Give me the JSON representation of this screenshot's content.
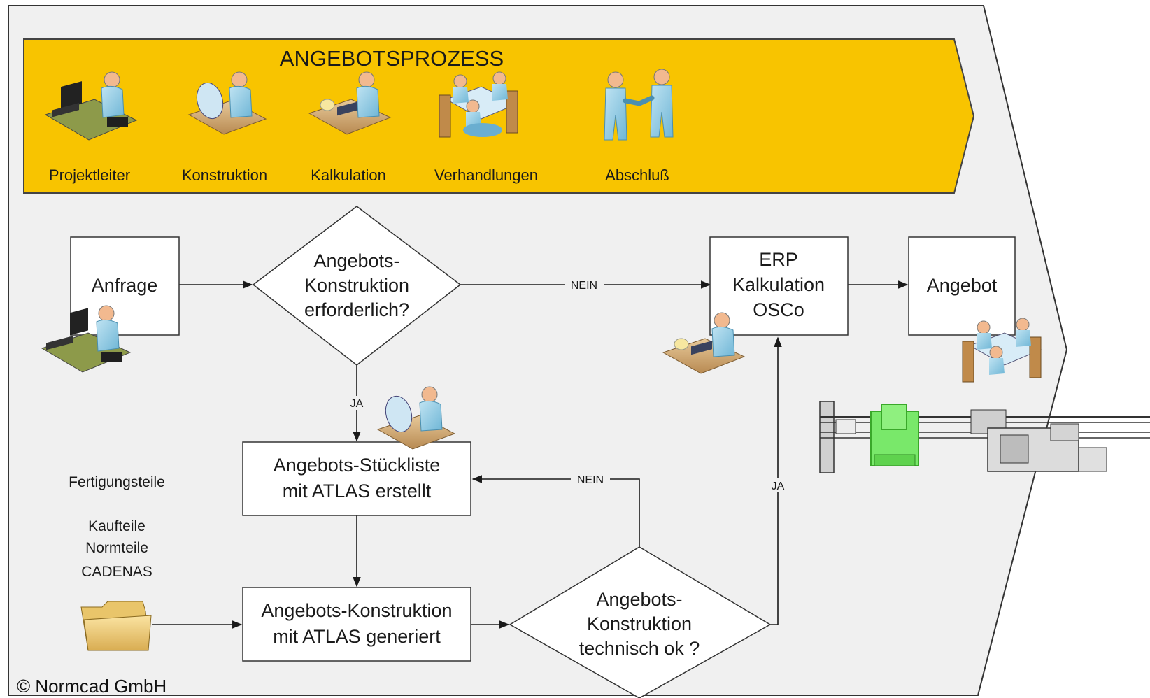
{
  "banner": {
    "title": "ANGEBOTSPROZESS",
    "roles": [
      "Projektleiter",
      "Konstruktion",
      "Kalkulation",
      "Verhandlungen",
      "Abschluß"
    ]
  },
  "nodes": {
    "anfrage": "Anfrage",
    "decision_1": [
      "Angebots-",
      "Konstruktion",
      "erforderlich?"
    ],
    "erp": [
      "ERP",
      "Kalkulation",
      "OSCo"
    ],
    "angebot": "Angebot",
    "stueckliste": [
      "Angebots-Stückliste",
      "mit ATLAS erstellt"
    ],
    "konstruktion": [
      "Angebots-Konstruktion",
      "mit ATLAS generiert"
    ],
    "decision_2": [
      "Angebots-",
      "Konstruktion",
      "technisch ok ?"
    ]
  },
  "edge_labels": {
    "nein_top": "NEIN",
    "ja_down": "JA",
    "nein_back": "NEIN",
    "ja_up": "JA"
  },
  "side_notes": {
    "fertigungsteile": "Fertigungsteile",
    "parts": [
      "Kaufteile",
      "Normteile",
      "CADENAS"
    ]
  },
  "copyright": "© Normcad GmbH",
  "icons": [
    "person-at-computer-icon",
    "designer-at-drafting-table-icon",
    "calculator-desk-icon",
    "meeting-table-icon",
    "handshake-icon",
    "folder-icon",
    "machine-drawing-icon"
  ],
  "colors": {
    "banner": "#f8c400",
    "background": "#f0f0f0",
    "node_fill": "#ffffff",
    "stroke": "#1a1a1a"
  }
}
